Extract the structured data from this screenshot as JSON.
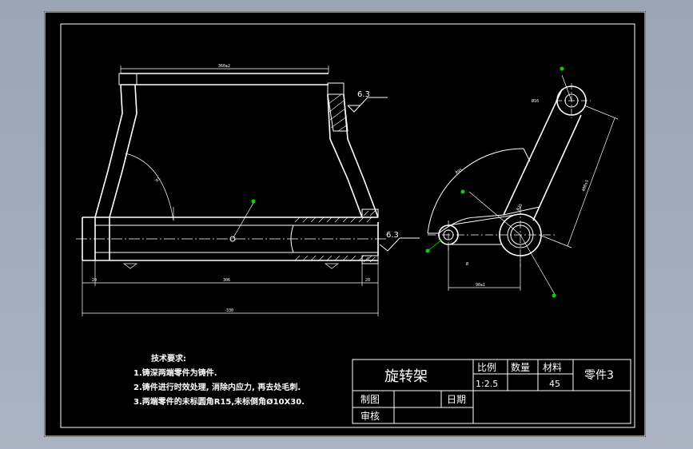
{
  "title_block": {
    "part_name": "旋转架",
    "scale_label": "比例",
    "scale_value": "1:2.5",
    "qty_label": "数量",
    "material_label": "材料",
    "material_value": "45",
    "part_no": "零件3",
    "drawn_label": "制图",
    "date_label": "日期",
    "check_label": "审核"
  },
  "notes": {
    "heading": "技术要求:",
    "items": [
      "1.铸深两端零件为铸件.",
      "2.铸件进行时效处理, 消除内应力, 再去处毛刺.",
      "3.两端零件的未标圆角R15,未标倒角Ø10X30."
    ]
  },
  "annotations": {
    "roughness_top": "6.3",
    "roughness_mid": "6.3"
  }
}
